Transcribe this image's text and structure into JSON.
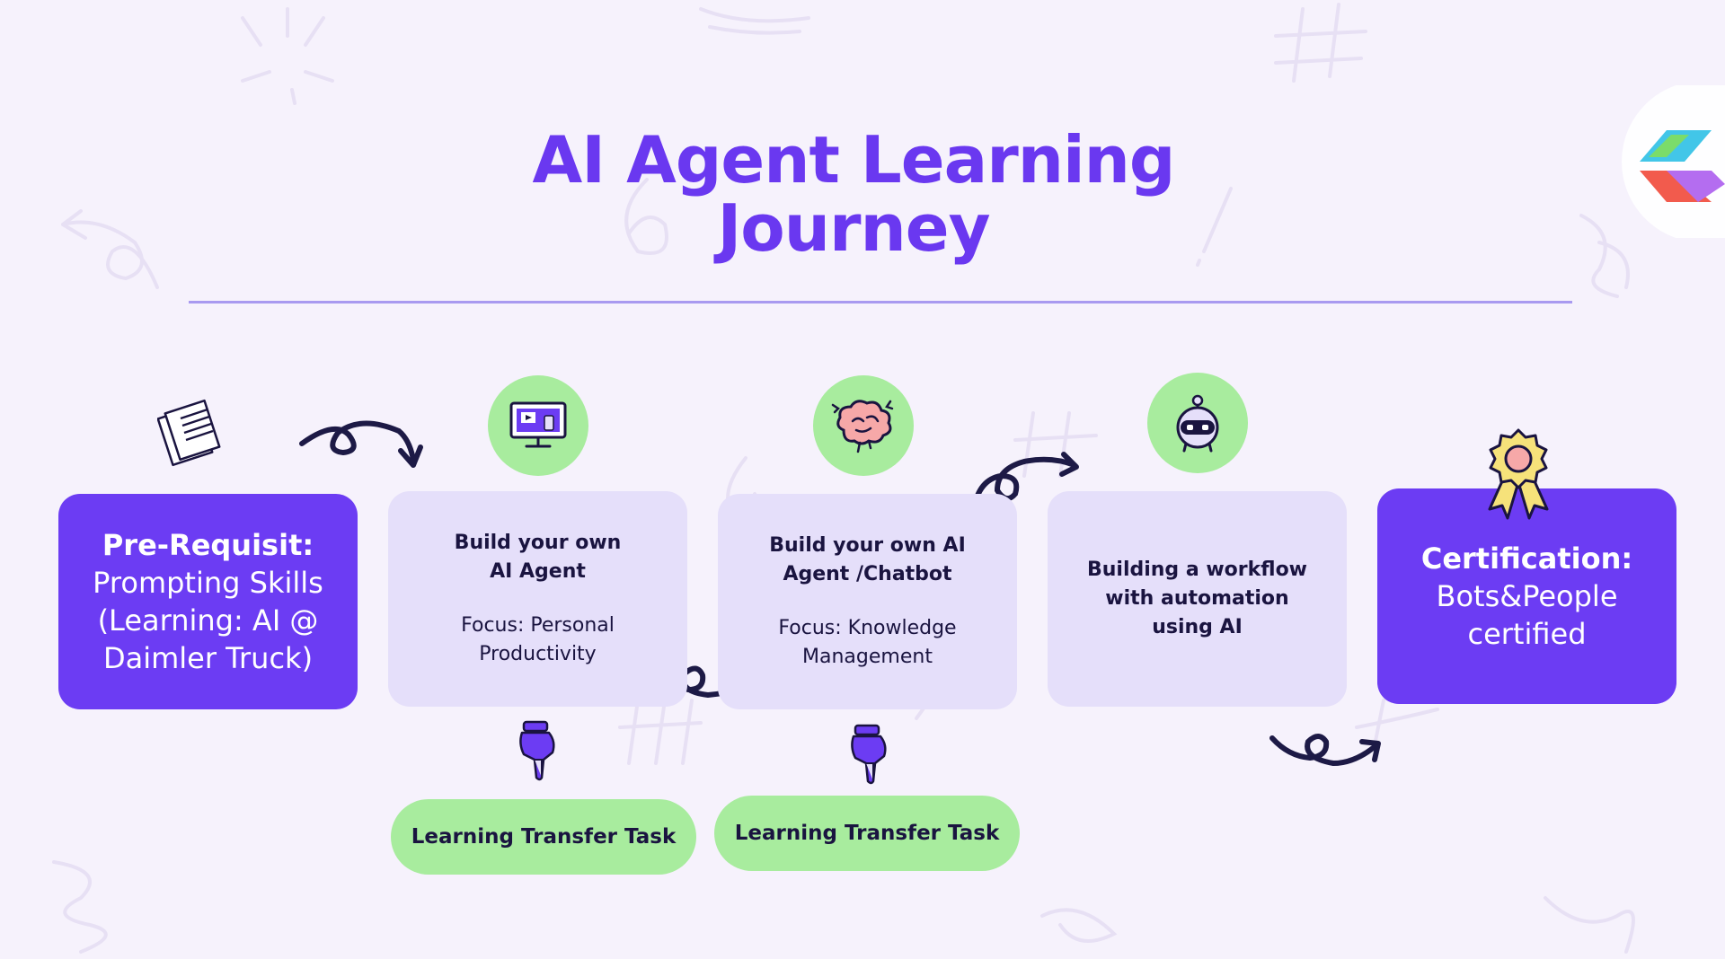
{
  "page": {
    "title": "AI Agent Learning Journey"
  },
  "cards": {
    "prerequisite": {
      "heading": "Pre-Requisit:",
      "body": "Prompting Skills\n(Learning: AI @\nDaimler Truck)"
    },
    "step1": {
      "title": "Build your own\nAI Agent",
      "focus": "Focus: Personal\nProductivity"
    },
    "step2": {
      "title": "Build your own AI\nAgent /Chatbot",
      "focus": "Focus: Knowledge\nManagement"
    },
    "step3": {
      "title": "Building a workflow\nwith automation\nusing AI"
    },
    "certification": {
      "heading": "Certification:",
      "body": "Bots&People\ncertified"
    }
  },
  "tasks": [
    {
      "label": "Learning Transfer Task"
    },
    {
      "label": "Learning Transfer Task"
    }
  ],
  "icons": {
    "document": "document-icon",
    "monitor": "monitor-robot-icon",
    "brain": "brain-icon",
    "robot": "robot-head-icon",
    "award": "award-ribbon-icon",
    "pointer": "pointing-hand-icon",
    "arrow": "loop-arrow-icon",
    "logo": "copilot-logo-icon"
  },
  "colors": {
    "accent": "#6c3cf3",
    "title": "#6a38f0",
    "card_light": "#e5dffa",
    "badge_green": "#a8ec9e",
    "background": "#f6f2fc",
    "ink": "#1a1440"
  }
}
